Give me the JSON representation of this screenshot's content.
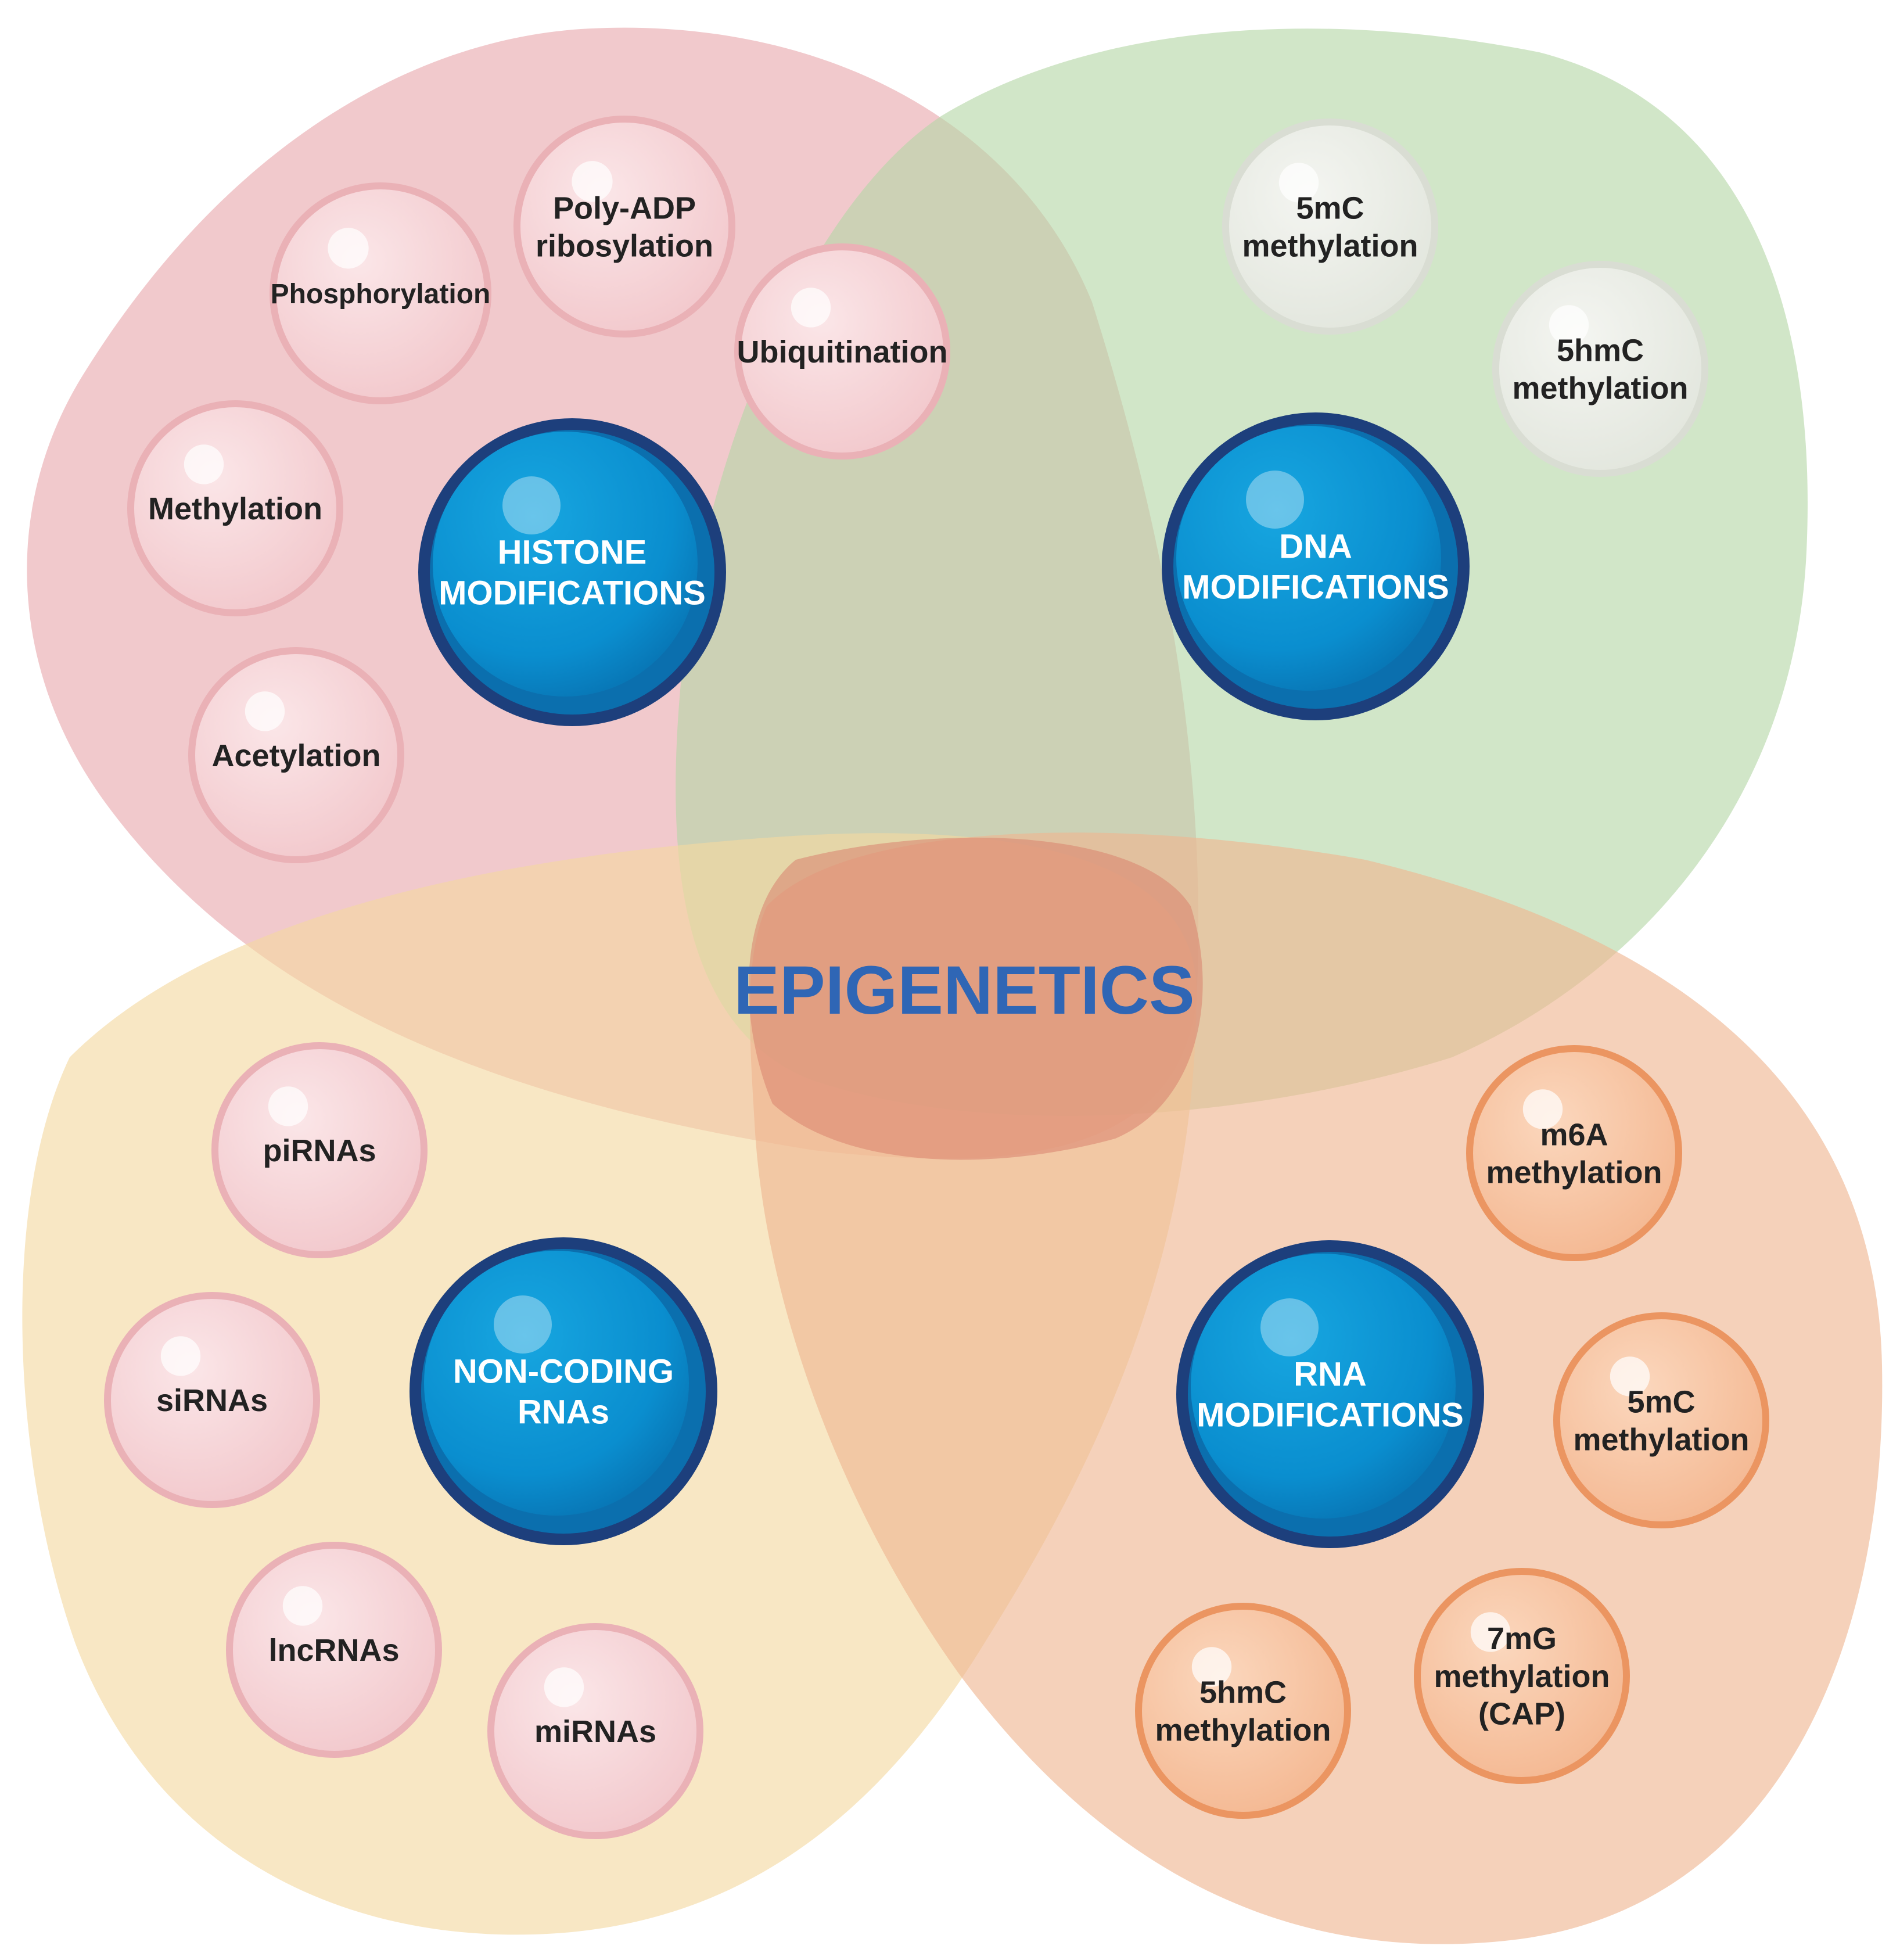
{
  "title": "EPIGENETICS",
  "colors": {
    "histone_region": "#e8a8ad",
    "dna_region": "#b4d7a6",
    "noncoding_region": "#f3d9a0",
    "rna_region": "#efb48f",
    "hub_fill": "#0a8ecf",
    "hub_ring": "#1d3f7c",
    "title": "#2f66b5"
  },
  "groups": [
    {
      "key": "histone",
      "hub_lines": [
        "HISTONE",
        "MODIFICATIONS"
      ],
      "bubble_style": "pink",
      "items": [
        {
          "lines": [
            "Phosphorylation"
          ]
        },
        {
          "lines": [
            "Poly-ADP",
            "ribosylation"
          ]
        },
        {
          "lines": [
            "Ubiquitination"
          ]
        },
        {
          "lines": [
            "Methylation"
          ]
        },
        {
          "lines": [
            "Acetylation"
          ]
        }
      ]
    },
    {
      "key": "dna",
      "hub_lines": [
        "DNA",
        "MODIFICATIONS"
      ],
      "bubble_style": "grey",
      "items": [
        {
          "lines": [
            "5mC",
            "methylation"
          ]
        },
        {
          "lines": [
            "5hmC",
            "methylation"
          ]
        }
      ]
    },
    {
      "key": "noncoding",
      "hub_lines": [
        "NON-CODING",
        "RNAs"
      ],
      "bubble_style": "pink",
      "items": [
        {
          "lines": [
            "piRNAs"
          ]
        },
        {
          "lines": [
            "siRNAs"
          ]
        },
        {
          "lines": [
            "lncRNAs"
          ]
        },
        {
          "lines": [
            "miRNAs"
          ]
        }
      ]
    },
    {
      "key": "rna",
      "hub_lines": [
        "RNA",
        "MODIFICATIONS"
      ],
      "bubble_style": "orange",
      "items": [
        {
          "lines": [
            "m6A",
            "methylation"
          ]
        },
        {
          "lines": [
            "5mC",
            "methylation"
          ]
        },
        {
          "lines": [
            "7mG",
            "methylation",
            "(CAP)"
          ]
        },
        {
          "lines": [
            "5hmC",
            "methylation"
          ]
        }
      ]
    }
  ]
}
